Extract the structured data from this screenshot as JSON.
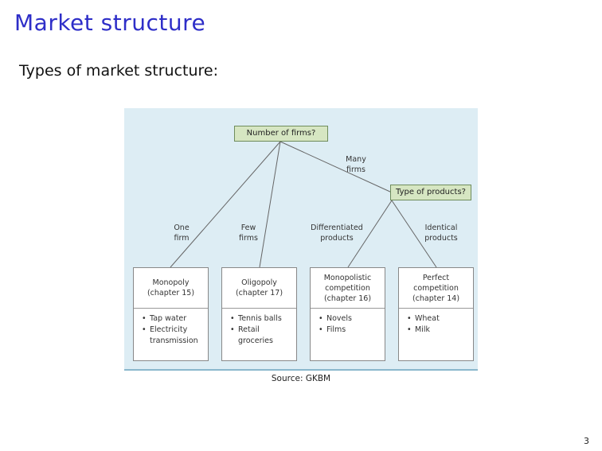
{
  "slide": {
    "title": "Market structure",
    "subtitle": "Types of market structure:",
    "source": "Source:  GKBM",
    "page_number": "3"
  },
  "diagram": {
    "root": "Number of firms?",
    "sub_question": "Type of products?",
    "edge_labels": {
      "one_firm": "One\nfirm",
      "few_firms": "Few\nfirms",
      "many_firms": "Many\nfirms",
      "differentiated": "Differentiated\nproducts",
      "identical": "Identical\nproducts"
    },
    "markets": [
      {
        "name": "Monopoly",
        "chapter": "(chapter 15)",
        "examples": [
          "Tap water",
          "Electricity\ntransmission"
        ]
      },
      {
        "name": "Oligopoly",
        "chapter": "(chapter 17)",
        "examples": [
          "Tennis balls",
          "Retail\ngroceries"
        ]
      },
      {
        "name": "Monopolistic\ncompetition",
        "chapter": "(chapter 16)",
        "examples": [
          "Novels",
          "Films"
        ]
      },
      {
        "name": "Perfect\ncompetition",
        "chapter": "(chapter 14)",
        "examples": [
          "Wheat",
          "Milk"
        ]
      }
    ],
    "colors": {
      "question_fill": "#d6e6c2",
      "background": "#ddedf4",
      "lines": "#666666"
    }
  }
}
